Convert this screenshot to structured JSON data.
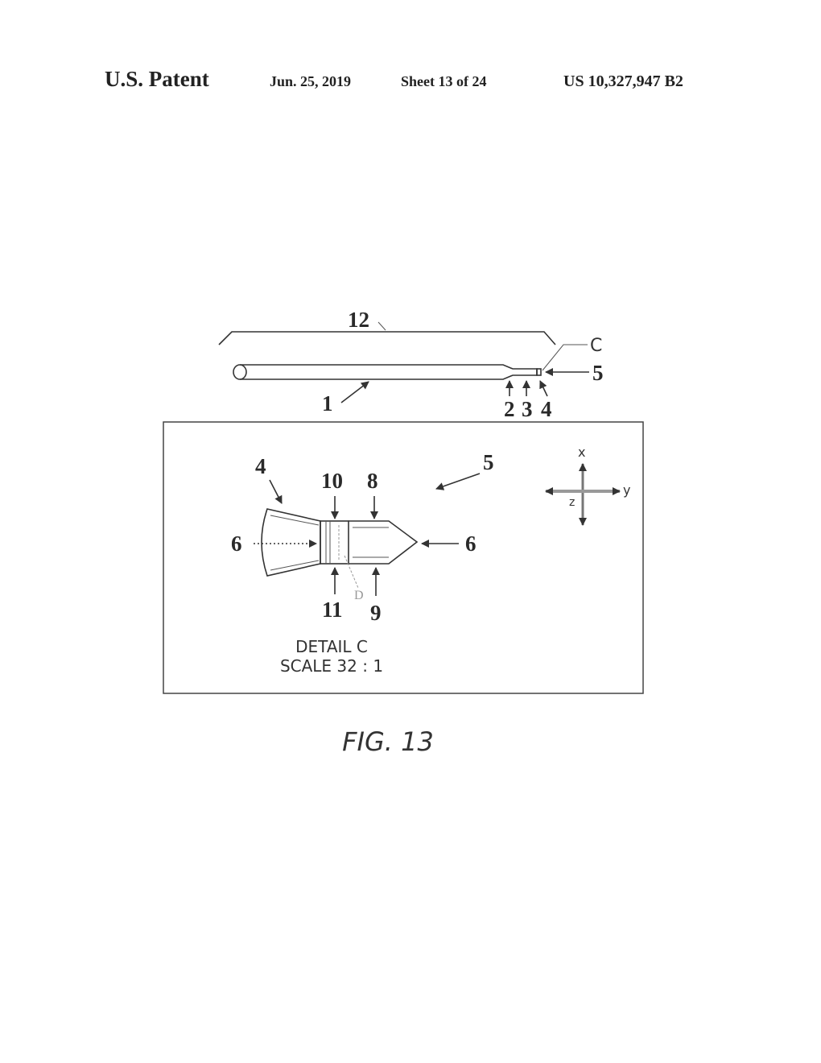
{
  "header": {
    "title": "U.S. Patent",
    "date": "Jun. 25, 2019",
    "sheet": "Sheet 13 of 24",
    "patent_number": "US 10,327,947 B2"
  },
  "overview": {
    "labels": {
      "assembly": "12",
      "body": "1",
      "taper": "2",
      "shaft": "3",
      "funnel": "4",
      "tip": "5",
      "detail_ref": "C"
    }
  },
  "detail": {
    "labels": {
      "funnel": "4",
      "ring_top": "10",
      "body_top": "8",
      "tip": "5",
      "flow_in": "6",
      "flow_out": "6",
      "ring_bottom": "11",
      "body_bottom": "9",
      "diameter": "D"
    },
    "axes": {
      "x": "x",
      "y": "y",
      "z": "z"
    },
    "title": "DETAIL C",
    "scale": "SCALE 32 : 1"
  },
  "figure_caption": "FIG. 13"
}
